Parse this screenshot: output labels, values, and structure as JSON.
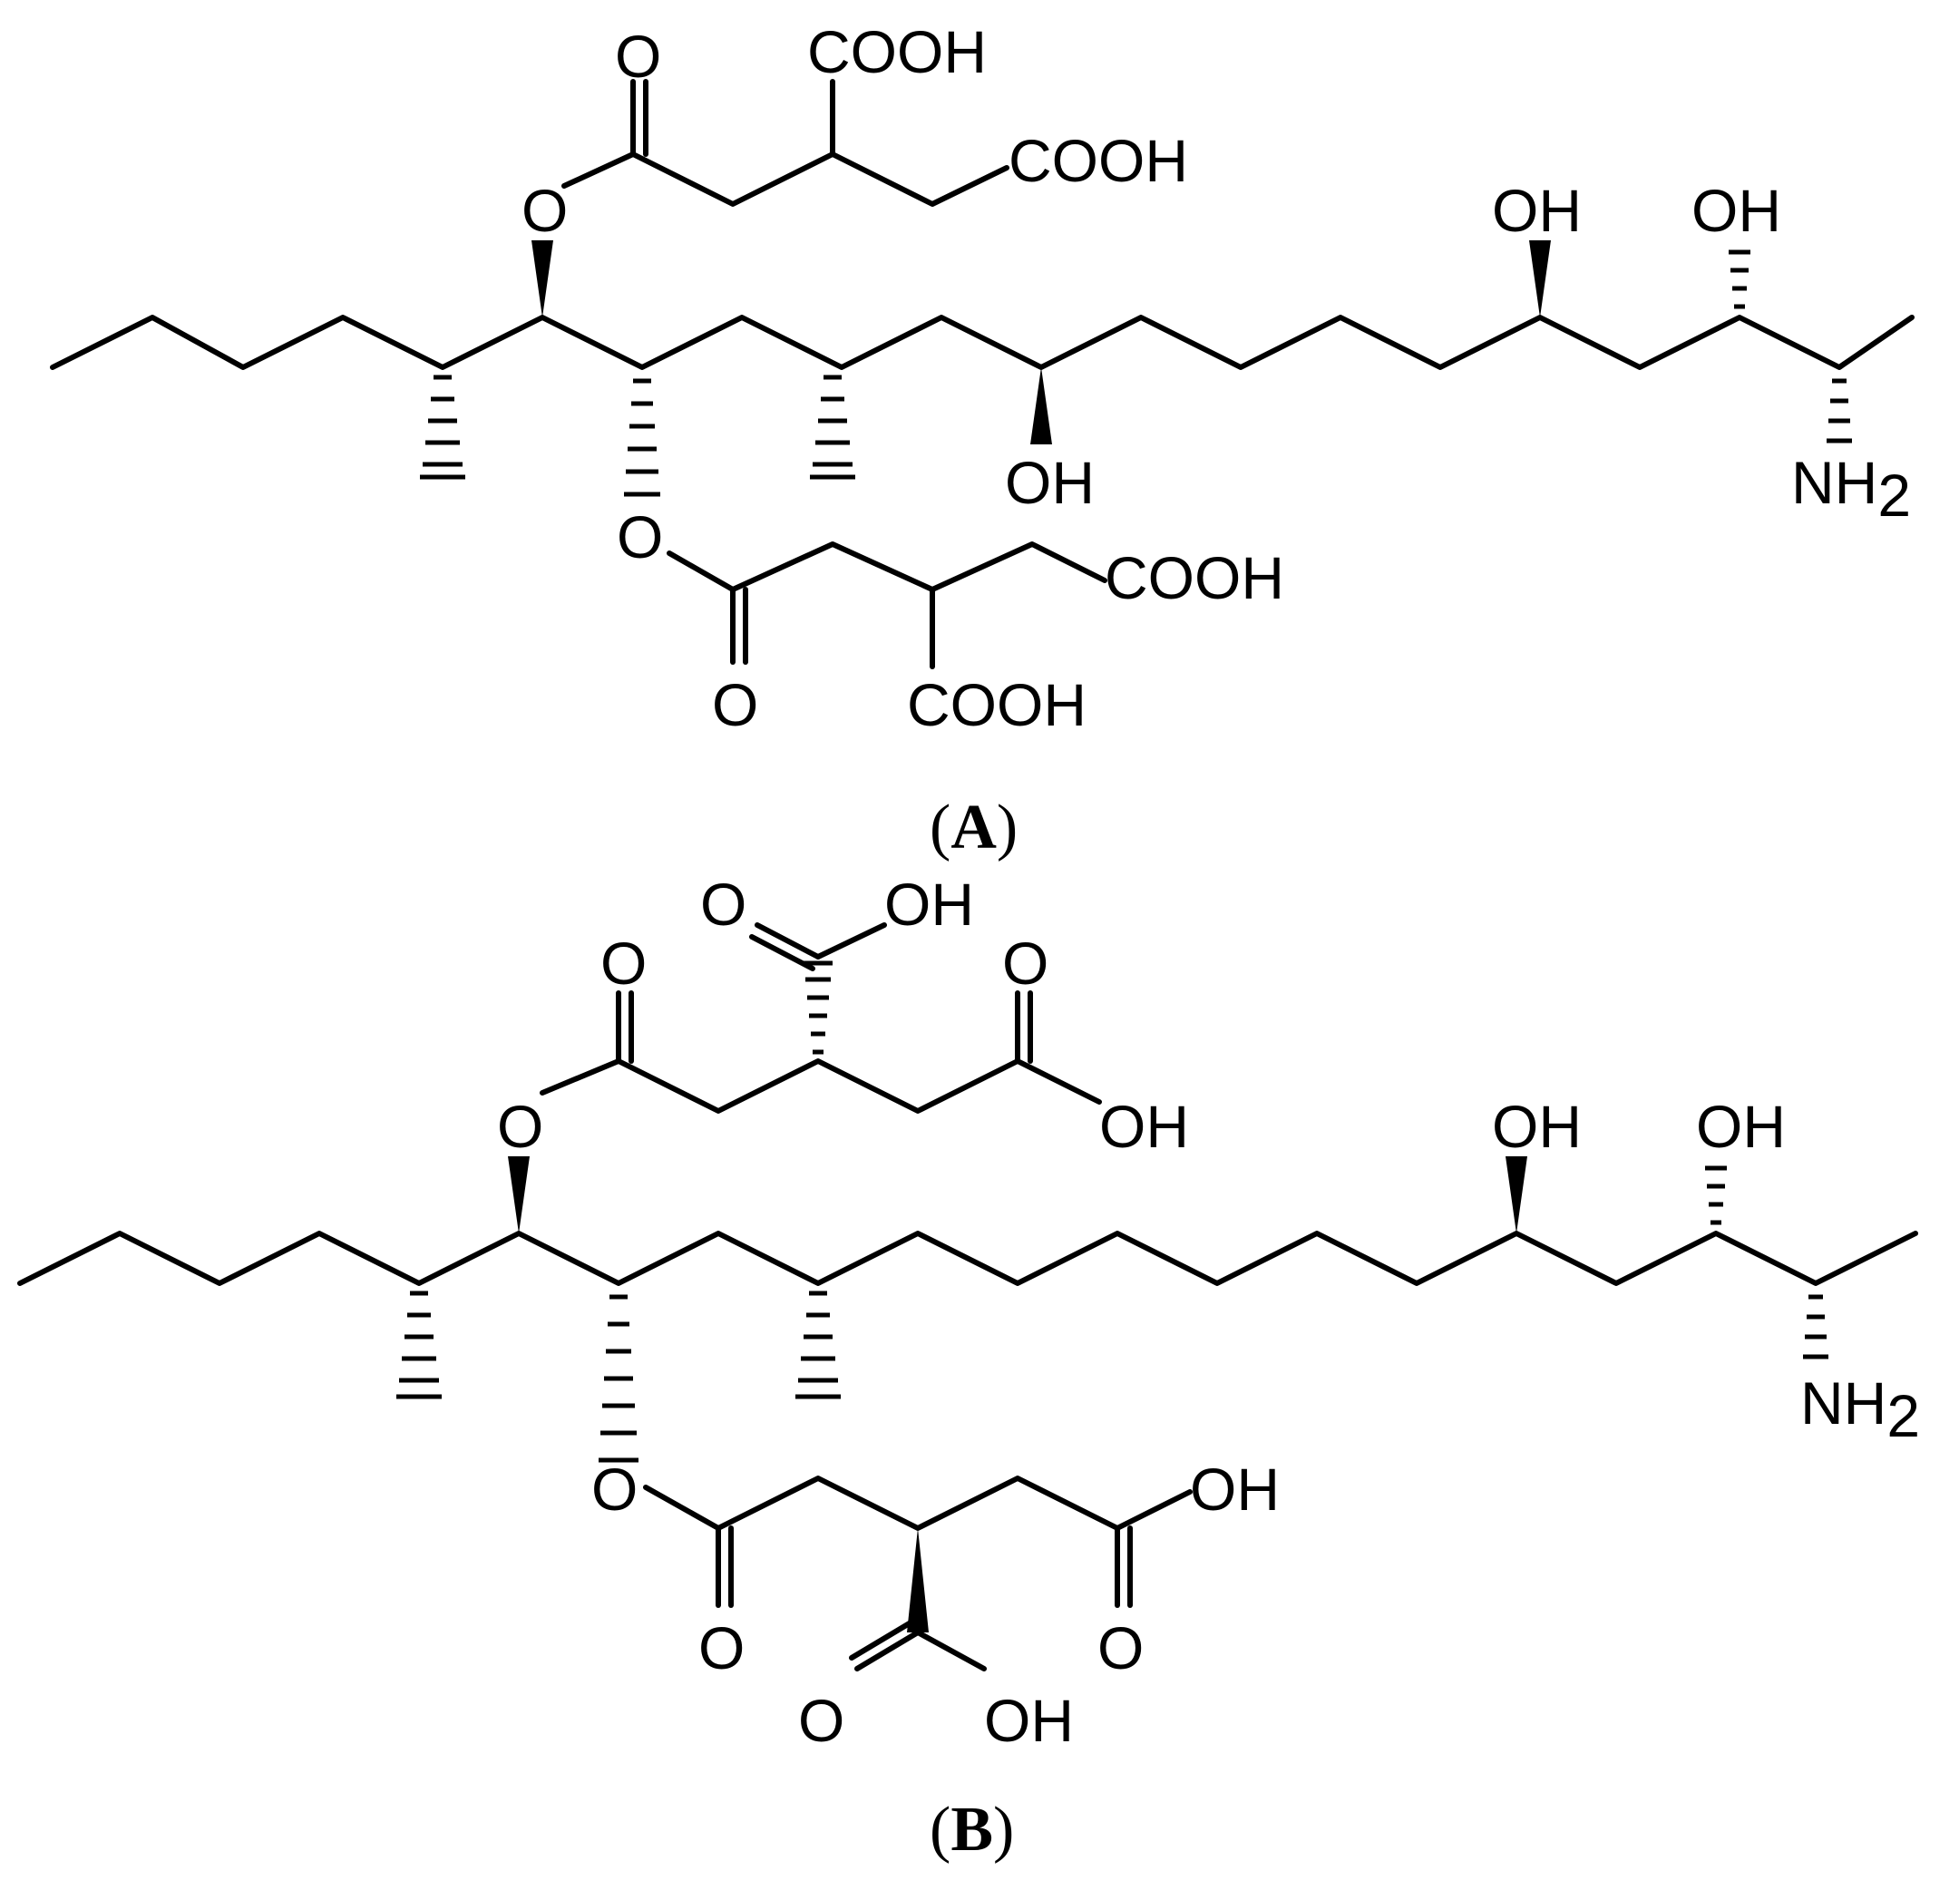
{
  "structures": [
    {
      "id": "A",
      "caption": "A",
      "labels": {
        "keto_top_left": "O",
        "cooh_top": "COOH",
        "cooh_right": "COOH",
        "ester_o_top": "O",
        "oh_upper_1": "OH",
        "oh_upper_2": "OH",
        "oh_lower": "OH",
        "amine": "NH",
        "amine_sub": "2",
        "ester_o_bottom": "O",
        "cooh_lower_right": "COOH",
        "keto_bottom": "O",
        "cooh_bottom": "COOH"
      }
    },
    {
      "id": "B",
      "caption": "B",
      "labels": {
        "acid_o_top": "O",
        "acid_oh_top": "OH",
        "keto_top_left": "O",
        "keto_top_right": "O",
        "ester_o_top": "O",
        "oh_right_acid": "OH",
        "oh_upper_1": "OH",
        "oh_upper_2": "OH",
        "amine": "NH",
        "amine_sub": "2",
        "ester_o_bottom": "O",
        "oh_lower_right": "OH",
        "keto_bottom_left": "O",
        "keto_bottom_right": "O",
        "acid_o_bottom": "O",
        "acid_oh_bottom": "OH"
      }
    }
  ]
}
